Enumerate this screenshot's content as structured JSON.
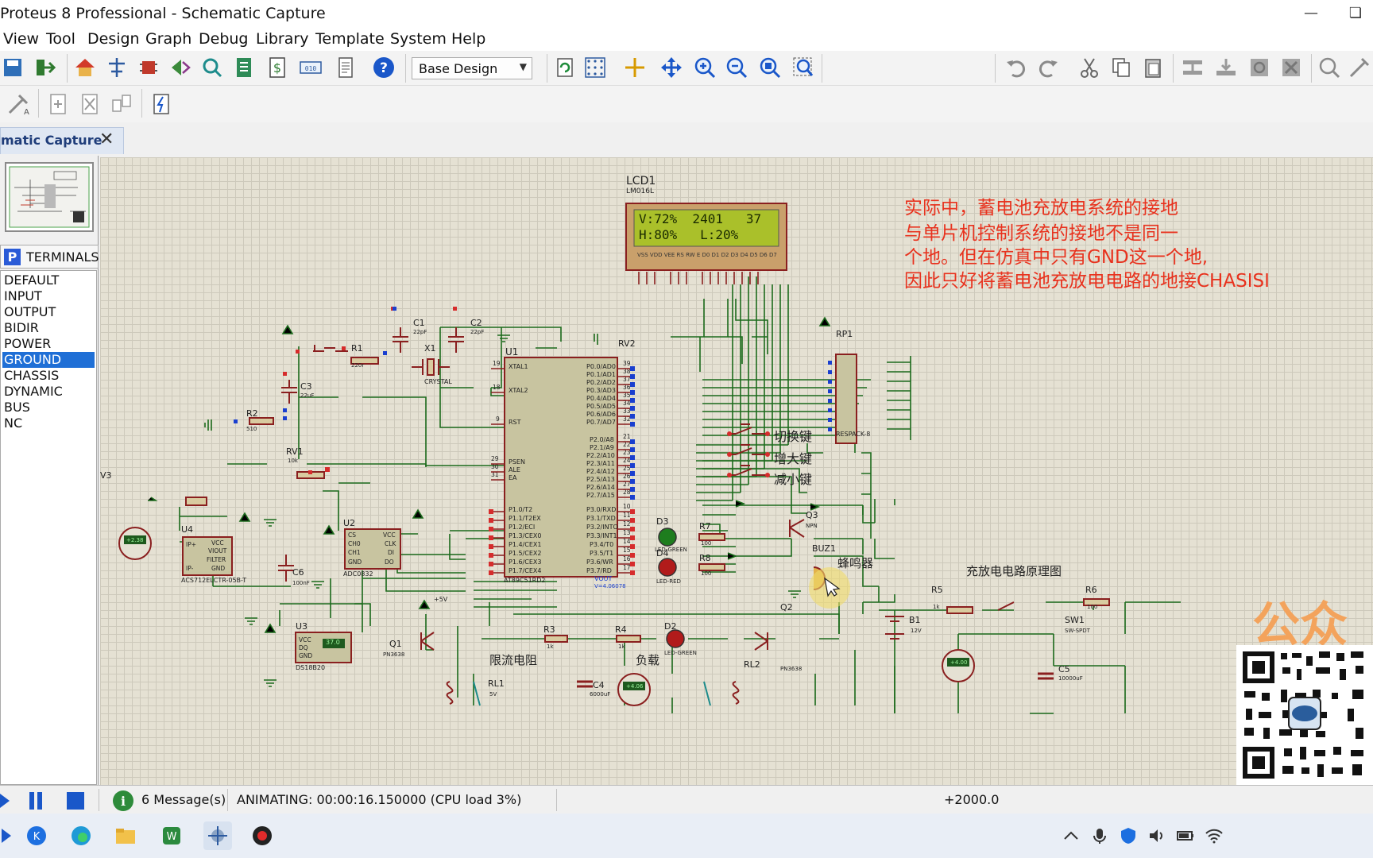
{
  "window": {
    "title": "Proteus 8 Professional - Schematic Capture"
  },
  "menu": [
    "View",
    "Tool",
    "Design",
    "Graph",
    "Debug",
    "Library",
    "Template",
    "System",
    "Help"
  ],
  "toolbar": {
    "design_combo": "Base Design"
  },
  "doc_tab": {
    "label": "matic Capture"
  },
  "terminals": {
    "header": "TERMINALS",
    "items": [
      "DEFAULT",
      "INPUT",
      "OUTPUT",
      "BIDIR",
      "POWER",
      "GROUND",
      "CHASSIS",
      "DYNAMIC",
      "BUS",
      "NC"
    ],
    "selected": "GROUND"
  },
  "schematic": {
    "note_lines": [
      "实际中，蓄电池充放电系统的接地",
      "与单片机控制系统的接地不是同一",
      "个地。但在仿真中只有GND这一个地,",
      "因此只好将蓄电池充放电电路的地接CHASISI"
    ],
    "lcd": {
      "ref": "LCD1",
      "model": "LM016L",
      "line1": "V:72%  2401   37",
      "line2": "H:80%   L:20%"
    },
    "buttons": [
      "切换键",
      "增大键",
      "减小键"
    ],
    "labels": {
      "buzzer": "蜂鸣器",
      "charge_circuit": "充放电电路原理图",
      "current_limit": "限流电阻",
      "load": "负载"
    },
    "parts": {
      "mcu": "U1",
      "mcu_model": "AT89C51RD2",
      "adc": "U2",
      "adc_model": "ADC0832",
      "current": "U4",
      "current_model": "ACS712ELCTR-05B-T",
      "temp": "U3",
      "temp_model": "DS18B20",
      "temp_value": "37.0",
      "rp": "RP1",
      "rp_model": "RESPACK-8",
      "x1": "X1",
      "x1_model": "CRYSTAL",
      "c1": "C1",
      "c1_val": "22pF",
      "c2": "C2",
      "c2_val": "22pF",
      "c3": "C3",
      "c3_val": "22uF",
      "c4": "C4",
      "c4_val": "6000uF",
      "c5": "C5",
      "c5_val": "10000uF",
      "c6": "C6",
      "c6_val": "100nF",
      "r1": "R1",
      "r1_val": "220r",
      "r2": "R2",
      "r2_val": "510",
      "r3": "R3",
      "r3_val": "1k",
      "r4": "R4",
      "r4_val": "1k",
      "r5": "R5",
      "r5_val": "1k",
      "r6": "R6",
      "r6_val": "100",
      "r7": "R7",
      "r7_val": "100",
      "r8": "R8",
      "r8_val": "100",
      "rv1": "RV1",
      "rv1_val": "10k",
      "rv2": "RV2",
      "d2": "D2",
      "d2_model": "LED-GREEN",
      "d3": "D3",
      "d3_model": "LED-GREEN",
      "d4": "D4",
      "d4_model": "LED-RED",
      "q1": "Q1",
      "q1_model": "PN3638",
      "q2": "Q2",
      "q2_model": "PN3638",
      "q3": "Q3",
      "q3_model": "NPN",
      "buz": "BUZ1",
      "b1": "B1",
      "b1_val": "12V",
      "sw1": "SW1",
      "sw1_model": "SW-SPDT",
      "rl1": "RL1",
      "rl1_val": "5V",
      "rl2": "RL2",
      "v3": "V3",
      "vout": "VOUT",
      "vout_val": "V=4.06078",
      "amps": "+2.38",
      "volts1": "+4.06",
      "volts2": "+4.00",
      "vplus": "+5V"
    }
  },
  "status": {
    "messages": "6 Message(s)",
    "animating": "ANIMATING: 00:00:16.150000 (CPU load 3%)",
    "coord": "+2000.0"
  },
  "watermark": "公众"
}
